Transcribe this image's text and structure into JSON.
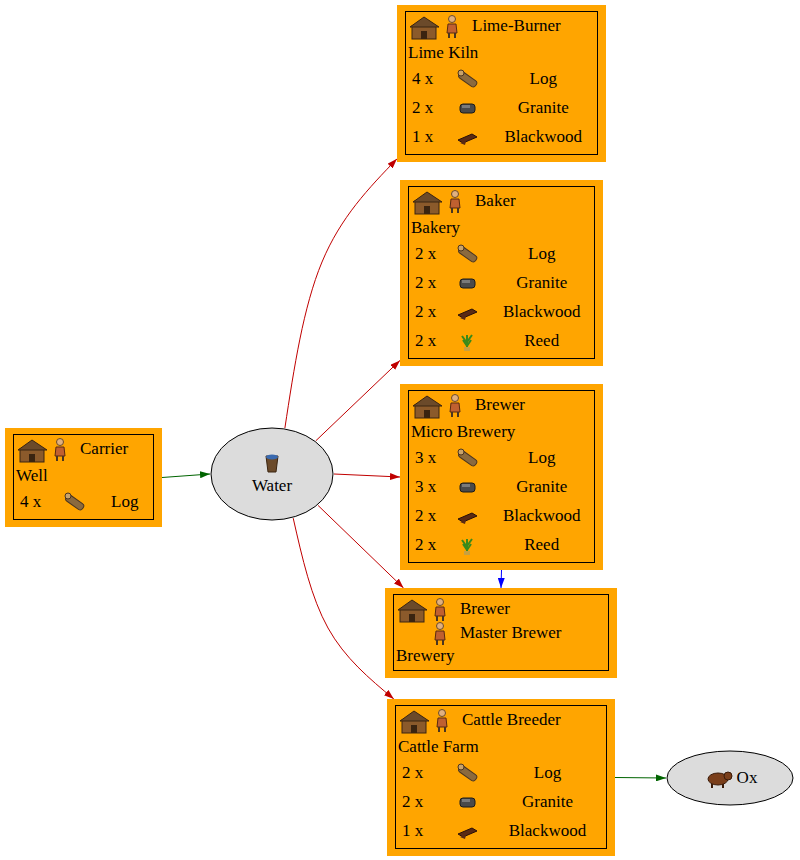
{
  "diagram": {
    "nodes": [
      {
        "text": [
          "Carrier",
          "Well",
          "4 x",
          "Log"
        ]
      },
      {
        "text": [
          "Water"
        ]
      },
      {
        "text": [
          "Lime-Burner",
          "Lime Kiln",
          "4 x",
          "Log",
          "2 x",
          "Granite",
          "1 x",
          "Blackwood"
        ]
      },
      {
        "text": [
          "Baker",
          "Bakery",
          "2 x",
          "Log",
          "2 x",
          "Granite",
          "2 x",
          "Blackwood",
          "2 x",
          "Reed"
        ]
      },
      {
        "text": [
          "Brewer",
          "Micro Brewery",
          "3 x",
          "Log",
          "3 x",
          "Granite",
          "2 x",
          "Blackwood",
          "2 x",
          "Reed"
        ]
      },
      {
        "text": [
          "Brewer",
          "Master Brewer",
          "Brewery"
        ]
      },
      {
        "text": [
          "Cattle Breeder",
          "Cattle Farm",
          "2 x",
          "Log",
          "2 x",
          "Granite",
          "1 x",
          "Blackwood"
        ]
      },
      {
        "text": [
          "Ox"
        ]
      }
    ],
    "edges": [
      {
        "from": 0,
        "to": 1,
        "arrow": "to"
      },
      {
        "from": 1,
        "to": 2,
        "arrow": "to"
      },
      {
        "from": 1,
        "to": 3,
        "arrow": "to"
      },
      {
        "from": 1,
        "to": 4,
        "arrow": "to"
      },
      {
        "from": 1,
        "to": 5,
        "arrow": "to"
      },
      {
        "from": 1,
        "to": 6,
        "arrow": "to"
      },
      {
        "from": 4,
        "to": 5,
        "arrow": "to"
      },
      {
        "from": 6,
        "to": 7,
        "arrow": "to"
      }
    ]
  }
}
